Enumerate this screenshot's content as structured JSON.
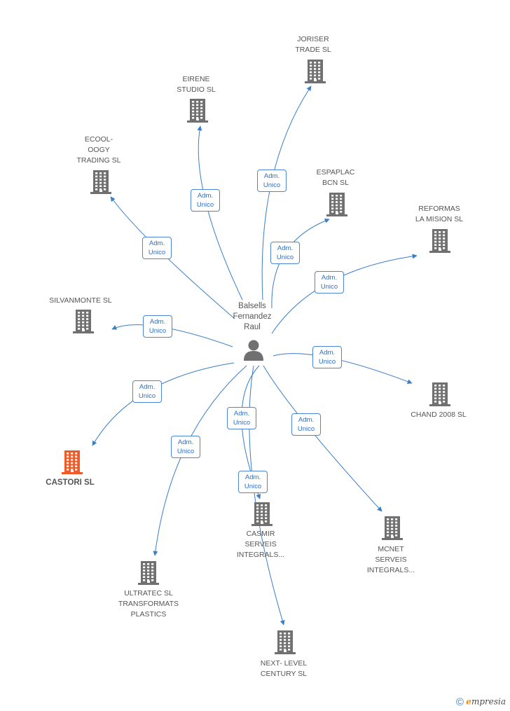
{
  "colors": {
    "edge": "#3a7ec8",
    "node": "#707070",
    "highlight": "#f05a28",
    "badge_text": "#2f6fc2"
  },
  "center": {
    "name_lines": [
      "Balsells",
      "Fernandez",
      "Raul"
    ],
    "icon": "person-icon"
  },
  "edge_label_lines": [
    "Adm.",
    "Unico"
  ],
  "companies": [
    {
      "id": "joriser",
      "lines": [
        "JORISER",
        "TRADE SL"
      ],
      "icon": "building-icon"
    },
    {
      "id": "eirene",
      "lines": [
        "EIRENE",
        "STUDIO SL"
      ],
      "icon": "building-icon"
    },
    {
      "id": "ecool",
      "lines": [
        "ECOOL-",
        "OOGY",
        "TRADING SL"
      ],
      "icon": "building-icon"
    },
    {
      "id": "espaplac",
      "lines": [
        "ESPAPLAC",
        "BCN SL"
      ],
      "icon": "building-icon"
    },
    {
      "id": "reformas",
      "lines": [
        "REFORMAS",
        "LA MISION SL"
      ],
      "icon": "building-icon"
    },
    {
      "id": "silvanmonte",
      "lines": [
        "SILVANMONTE SL"
      ],
      "icon": "building-icon"
    },
    {
      "id": "chand",
      "lines": [
        "CHAND 2008 SL"
      ],
      "icon": "building-icon"
    },
    {
      "id": "castori",
      "lines": [
        "CASTORI SL"
      ],
      "icon": "building-icon",
      "highlight": true
    },
    {
      "id": "casmir",
      "lines": [
        "CASMIR",
        "SERVEIS",
        "INTEGRALS..."
      ],
      "icon": "building-icon"
    },
    {
      "id": "mcnet",
      "lines": [
        "MCNET",
        "SERVEIS",
        "INTEGRALS..."
      ],
      "icon": "building-icon"
    },
    {
      "id": "ultratec",
      "lines": [
        "ULTRATEC SL",
        "TRANSFORMATS",
        "PLASTICS"
      ],
      "icon": "building-icon"
    },
    {
      "id": "nextlevel",
      "lines": [
        "NEXT- LEVEL",
        "CENTURY  SL"
      ],
      "icon": "building-icon"
    }
  ],
  "footer": {
    "copyright": "©",
    "brand_initial": "e",
    "brand_rest": "mpresia"
  }
}
